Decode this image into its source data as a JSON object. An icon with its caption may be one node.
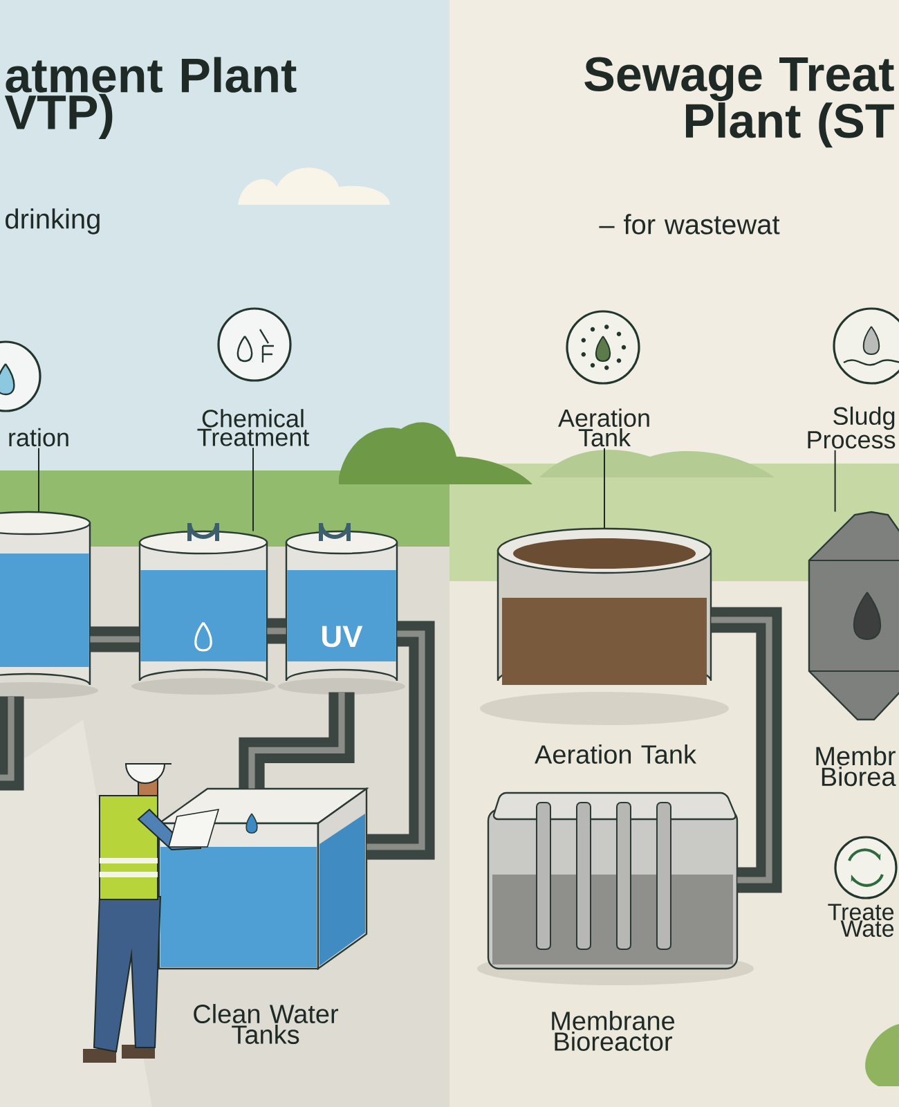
{
  "diagram": {
    "nodes": [
      {
        "text": [
          "ration"
        ]
      },
      {
        "text": [],
        "shape": "cylinder"
      },
      {
        "text": [
          "Chemical Treatment"
        ]
      },
      {
        "text": [],
        "shape": "cylinder"
      },
      {
        "text": [
          "UV"
        ]
      },
      {
        "text": [
          "Clean Water Tanks"
        ]
      },
      {
        "text": [
          "Aeration Tank"
        ]
      },
      {
        "text": [
          "Aeration Tank"
        ]
      },
      {
        "text": [
          "Sludg Process"
        ]
      },
      {
        "text": [
          "Membr Biorea"
        ]
      },
      {
        "text": [
          "Membrane Bioreactor"
        ]
      }
    ],
    "edges": [
      {
        "from": 0,
        "to": 1,
        "arrow": "none",
        "color": "#1f2a26"
      },
      {
        "from": 2,
        "to": 3,
        "arrow": "none",
        "color": "#1f2a26"
      },
      {
        "from": 6,
        "to": 7,
        "arrow": "none",
        "color": "#1f2a26"
      },
      {
        "from": 8,
        "to": 9,
        "arrow": "none",
        "color": "#1f2a26"
      },
      {
        "from": 1,
        "to": 3,
        "arrow": "none"
      },
      {
        "from": 3,
        "to": 4,
        "arrow": "none"
      },
      {
        "from": 4,
        "to": 5,
        "arrow": "none"
      },
      {
        "from": 4,
        "to": 5,
        "arrow": "none"
      },
      {
        "from": 1,
        "to": null,
        "arrow": "none"
      },
      {
        "from": 7,
        "to": 10,
        "arrow": "none"
      }
    ],
    "labels": [
      "atment Plant VTP)",
      "drinking",
      "Sewage Treat Plant (ST",
      "– for wastewat",
      "Treate Wate"
    ]
  }
}
